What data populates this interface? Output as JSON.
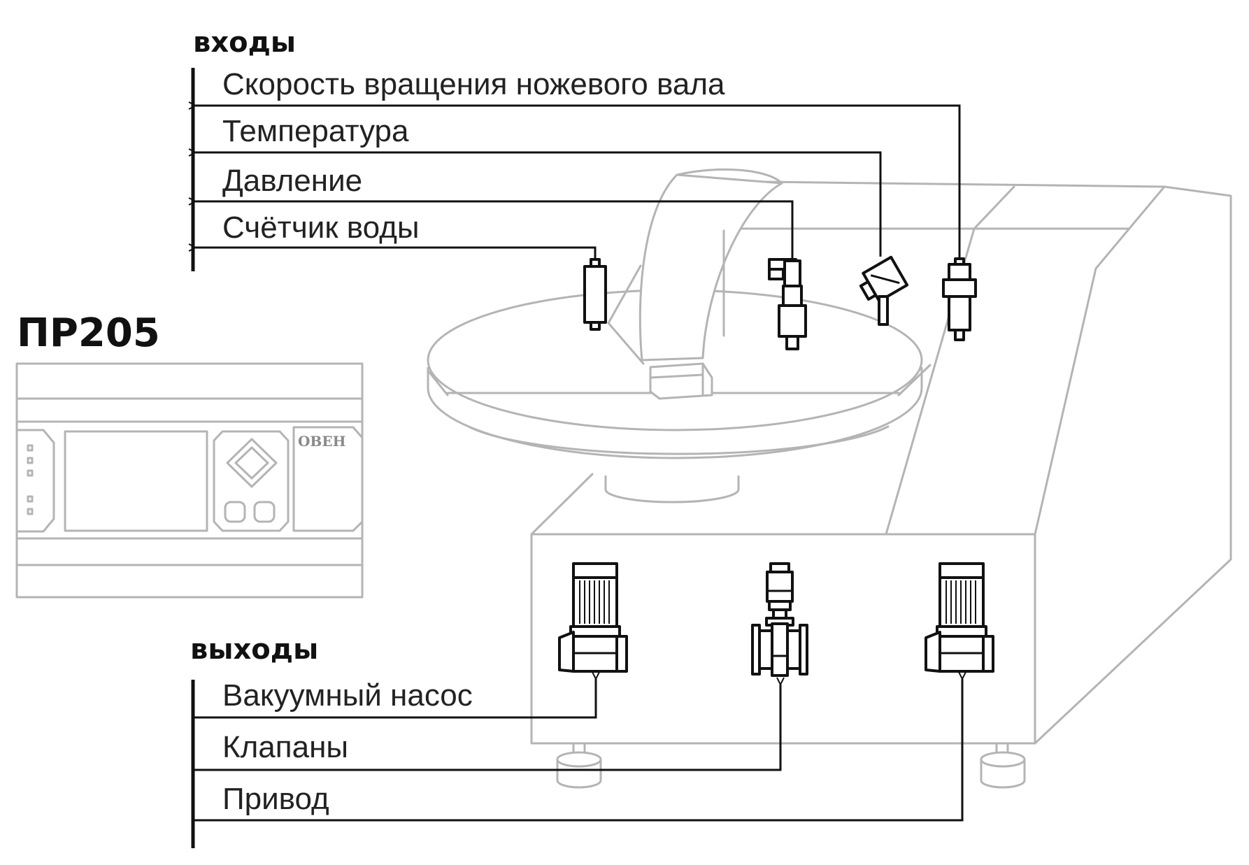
{
  "inputs": {
    "header": "входы",
    "items": [
      "Скорость вращения ножевого вала",
      "Температура",
      "Давление",
      "Счётчик воды"
    ]
  },
  "outputs": {
    "header": "выходы",
    "items": [
      "Вакуумный насос",
      "Клапаны",
      "Привод"
    ]
  },
  "controller": {
    "model": "ПР205",
    "brand": "ОВЕН"
  },
  "colors": {
    "equipment_outline": "#b4b4b4",
    "sensor_outline": "#111111",
    "text": "#222222"
  },
  "icons": [
    "speed-sensor-icon",
    "temperature-sensor-icon",
    "pressure-sensor-icon",
    "water-meter-icon",
    "vacuum-pump-icon",
    "valve-icon",
    "drive-motor-icon"
  ]
}
